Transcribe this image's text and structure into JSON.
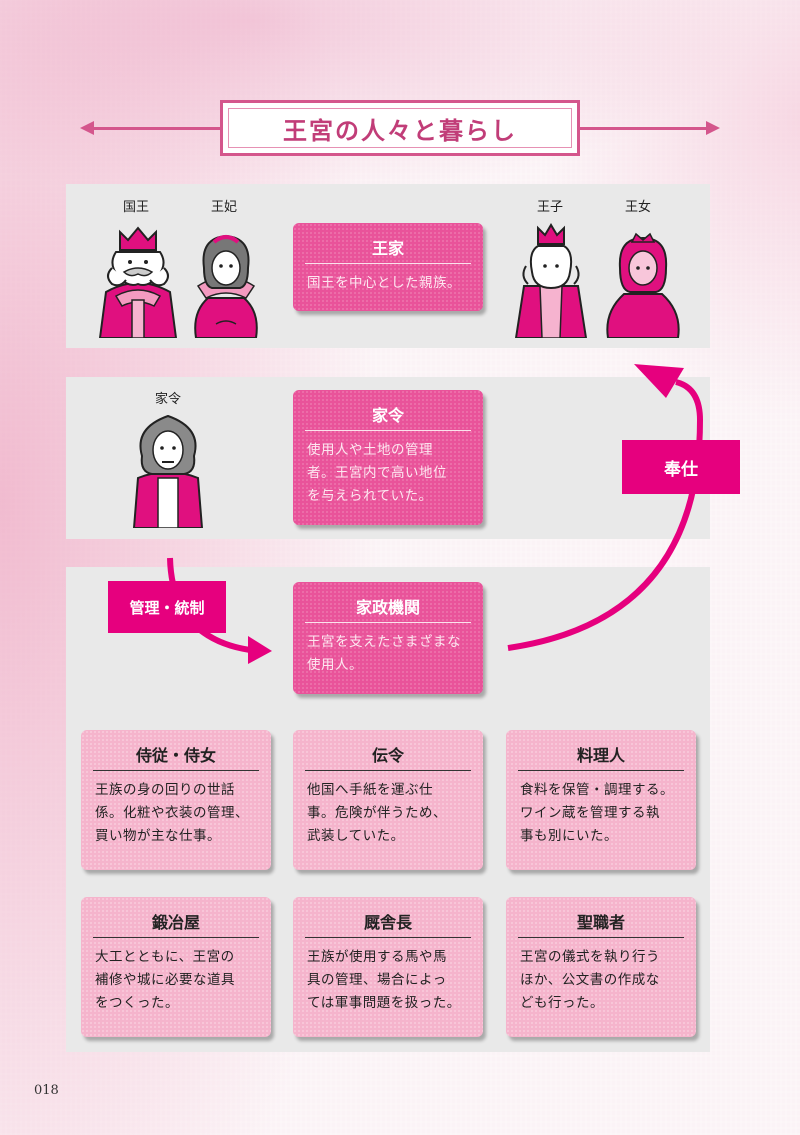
{
  "title": "王宮の人々と暮らし",
  "royals": {
    "king": "国王",
    "queen": "王妃",
    "prince": "王子",
    "princess": "王女"
  },
  "steward_label": "家令",
  "cards": {
    "royal_family": {
      "title": "王家",
      "body": "国王を中心とした親族。"
    },
    "steward": {
      "title": "家令",
      "body_lines": [
        "使用人や土地の管理",
        "者。王宮内で高い地位",
        "を与えられていた。"
      ]
    },
    "household": {
      "title": "家政機関",
      "body_lines": [
        "王宮を支えたさまざまな",
        "使用人。"
      ]
    }
  },
  "tags": {
    "serve": "奉仕",
    "manage": "管理・統制"
  },
  "roles": [
    {
      "title": "侍従・侍女",
      "lines": [
        "王族の身の回りの世話",
        "係。化粧や衣装の管理、",
        "買い物が主な仕事。"
      ]
    },
    {
      "title": "伝令",
      "lines": [
        "他国へ手紙を運ぶ仕",
        "事。危険が伴うため、",
        "武装していた。"
      ]
    },
    {
      "title": "料理人",
      "lines": [
        "食料を保管・調理する。",
        "ワイン蔵を管理する執",
        "事も別にいた。"
      ]
    },
    {
      "title": "鍛冶屋",
      "lines": [
        "大工とともに、王宮の",
        "補修や城に必要な道具",
        "をつくった。"
      ]
    },
    {
      "title": "厩舎長",
      "lines": [
        "王族が使用する馬や馬",
        "具の管理、場合によっ",
        "ては軍事問題を扱った。"
      ]
    },
    {
      "title": "聖職者",
      "lines": [
        "王宮の儀式を執り行う",
        "ほか、公文書の作成な",
        "ども行った。"
      ]
    }
  ],
  "page_number": "018",
  "colors": {
    "accent": "#e6007e",
    "card_dark": "#e9539a",
    "card_light": "#f5b4cc",
    "panel": "#e9e9e9",
    "title": "#c13d78"
  }
}
